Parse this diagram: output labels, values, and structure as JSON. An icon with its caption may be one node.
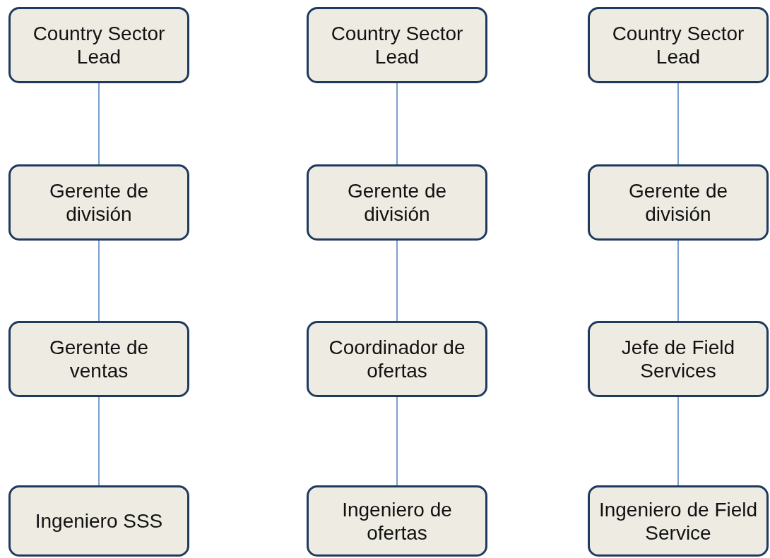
{
  "diagram": {
    "nodes": [
      {
        "text": [
          "Country Sector Lead"
        ]
      },
      {
        "text": [
          "Country Sector Lead"
        ]
      },
      {
        "text": [
          "Country Sector Lead"
        ]
      },
      {
        "text": [
          "Gerente de división"
        ]
      },
      {
        "text": [
          "Gerente de división"
        ]
      },
      {
        "text": [
          "Gerente de división"
        ]
      },
      {
        "text": [
          "Gerente de ventas"
        ]
      },
      {
        "text": [
          "Coordinador de ofertas"
        ]
      },
      {
        "text": [
          "Jefe de Field Services"
        ]
      },
      {
        "text": [
          "Ingeniero SSS"
        ]
      },
      {
        "text": [
          "Ingeniero de ofertas"
        ]
      },
      {
        "text": [
          "Ingeniero de Field Service"
        ]
      }
    ],
    "edges": [
      {
        "from": 0,
        "to": 3,
        "arrow": "none"
      },
      {
        "from": 3,
        "to": 6,
        "arrow": "none"
      },
      {
        "from": 6,
        "to": 9,
        "arrow": "none"
      },
      {
        "from": 1,
        "to": 4,
        "arrow": "none"
      },
      {
        "from": 4,
        "to": 7,
        "arrow": "none"
      },
      {
        "from": 7,
        "to": 10,
        "arrow": "none"
      },
      {
        "from": 2,
        "to": 5,
        "arrow": "none"
      },
      {
        "from": 5,
        "to": 8,
        "arrow": "none"
      },
      {
        "from": 8,
        "to": 11,
        "arrow": "none"
      }
    ]
  }
}
